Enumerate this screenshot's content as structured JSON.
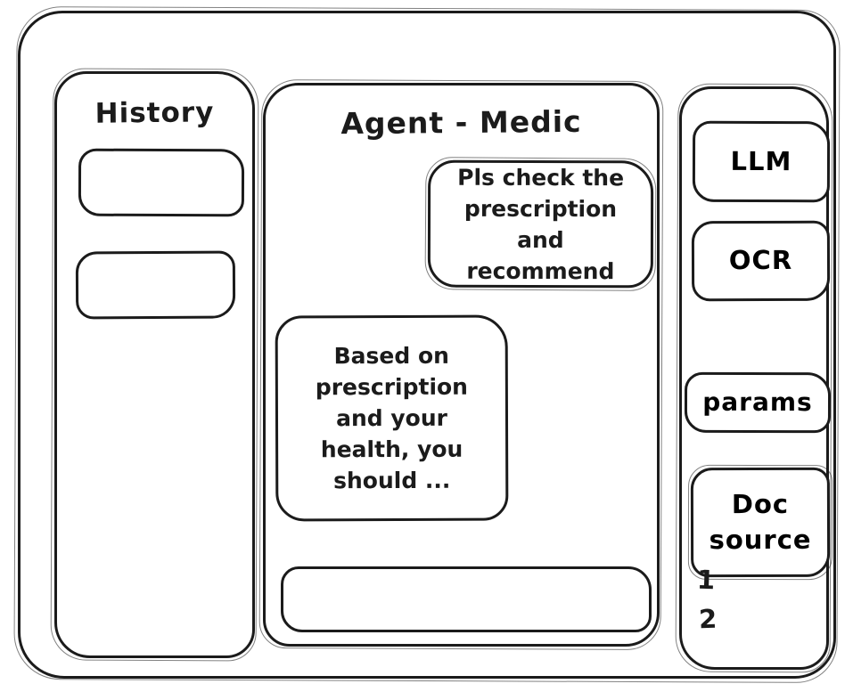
{
  "colors": {
    "stroke": "#1b1b1b",
    "background": "#ffffff"
  },
  "history": {
    "title": "History"
  },
  "chat": {
    "title": "Agent - Medic",
    "messages": [
      {
        "role": "user",
        "text": "Pls check the prescription and recommend"
      },
      {
        "role": "agent",
        "text": "Based on prescription and your health, you should ..."
      }
    ],
    "input": {
      "value": ""
    }
  },
  "tools": {
    "buttons": [
      {
        "id": "llm",
        "label": "LLM"
      },
      {
        "id": "ocr",
        "label": "OCR"
      },
      {
        "id": "params",
        "label": "params"
      },
      {
        "id": "doc-source",
        "label": "Doc source"
      }
    ],
    "doc_sources": [
      "1",
      "2"
    ]
  }
}
